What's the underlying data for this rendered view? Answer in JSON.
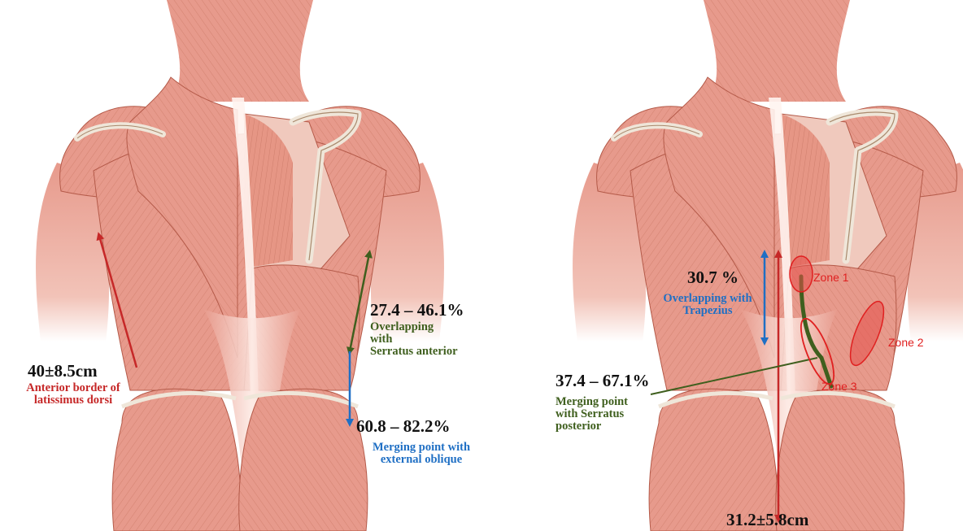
{
  "colors": {
    "muscle": "#e79a8c",
    "muscle_dark": "#c9735f",
    "muscle_line": "#b45a49",
    "tendon": "#efe6d9",
    "bone": "#e9dccb",
    "red": "#c62828",
    "blue": "#1f6fc4",
    "green": "#3f5f1e",
    "zone_fill": "#e6504a"
  },
  "left_figure": {
    "distance": "40±8.5cm",
    "distance_label": [
      "Anterior border of",
      "latissimus dorsi"
    ],
    "overlap_range": "27.4 – 46.1%",
    "overlap_label": [
      "Overlapping",
      "with",
      "Serratus anterior"
    ],
    "merge_range": "60.8 – 82.2%",
    "merge_label": [
      "Merging point with",
      "external oblique"
    ]
  },
  "right_figure": {
    "overlap_pct": "30.7 %",
    "overlap_label": [
      "Overlapping with",
      "Trapezius"
    ],
    "merge_range": "37.4 – 67.1%",
    "merge_label": [
      "Merging point",
      "with Serratus",
      "posterior"
    ],
    "length": "31.2±5.8cm",
    "zones": [
      "Zone 1",
      "Zone 2",
      "Zone 3"
    ]
  }
}
